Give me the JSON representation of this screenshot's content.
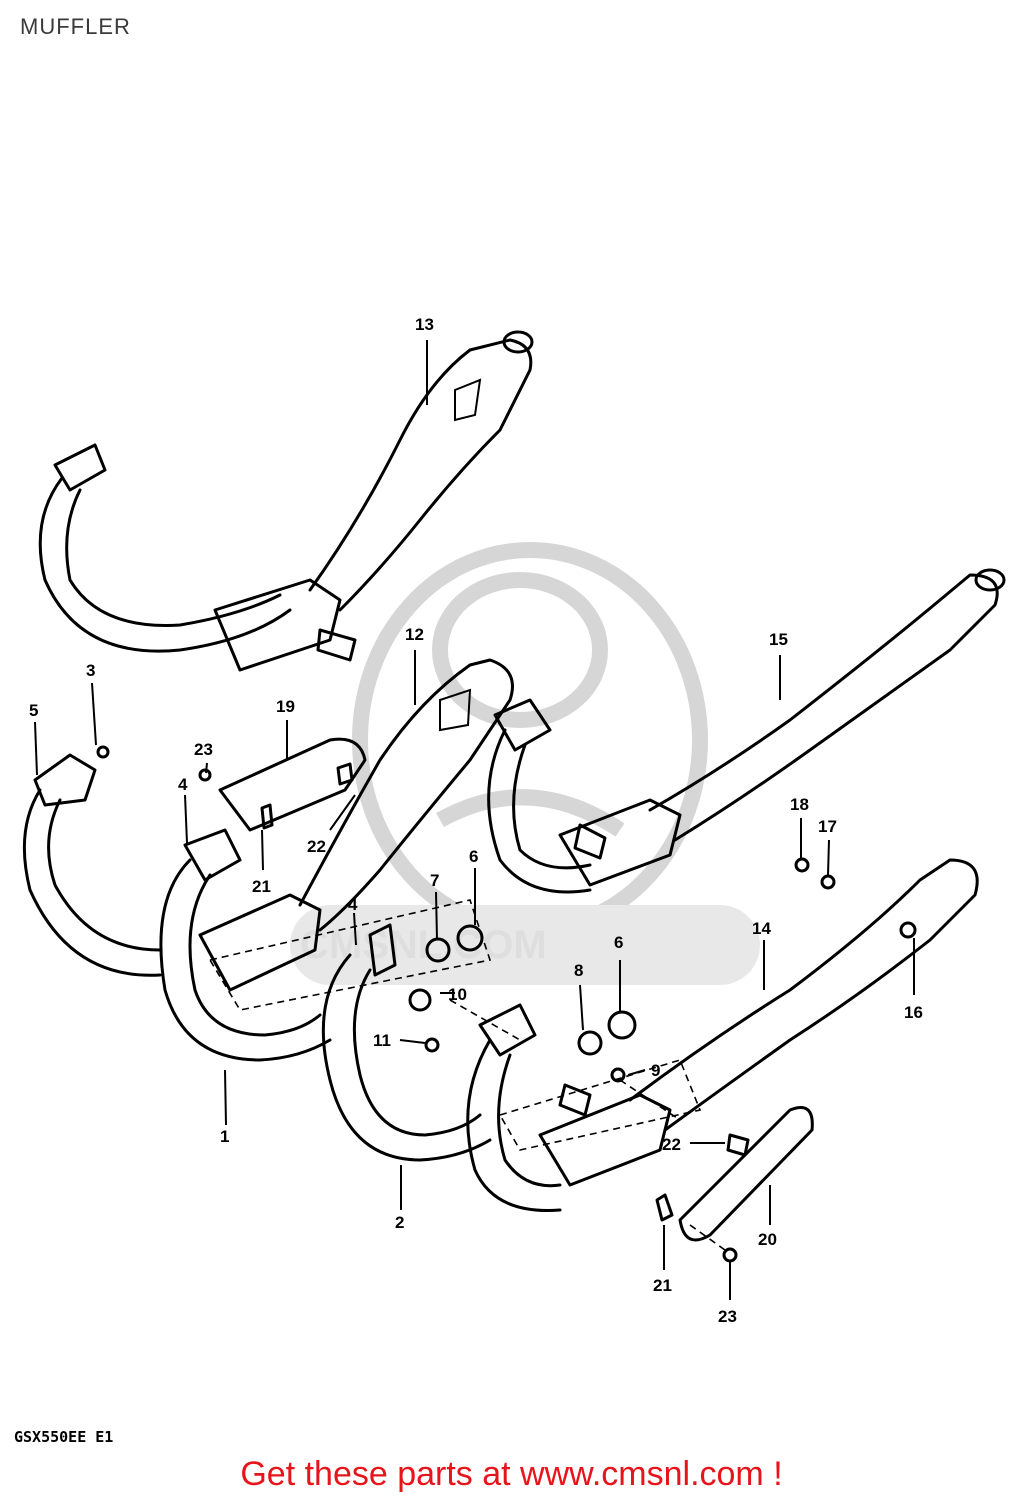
{
  "title": "MUFFLER",
  "diagram_code": "GSX550EE E1",
  "watermark": "CMSNL.COM",
  "footer_link": "Get these parts at www.cmsnl.com !",
  "labels": {
    "p1": "1",
    "p2": "2",
    "p3": "3",
    "p4a": "4",
    "p4b": "4",
    "p5": "5",
    "p6a": "6",
    "p6b": "6",
    "p7": "7",
    "p8": "8",
    "p9": "9",
    "p10": "10",
    "p11": "11",
    "p12": "12",
    "p13": "13",
    "p14": "14",
    "p15": "15",
    "p16": "16",
    "p17": "17",
    "p18": "18",
    "p19": "19",
    "p20": "20",
    "p21a": "21",
    "p21b": "21",
    "p22a": "22",
    "p22b": "22",
    "p23a": "23",
    "p23b": "23"
  }
}
